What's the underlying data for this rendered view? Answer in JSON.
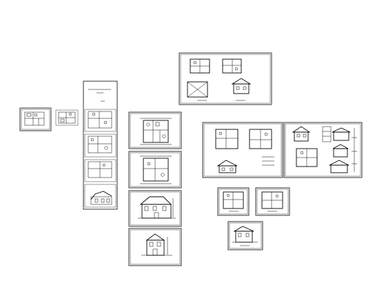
{
  "canvas": {
    "background": "#ffffff",
    "ink_color": "#000000"
  },
  "sheets": [
    {
      "id": "site-plan-a",
      "kind": "plan"
    },
    {
      "id": "site-plan-b",
      "kind": "plan"
    },
    {
      "id": "cover-column",
      "kind": "cover-stack"
    },
    {
      "id": "floor-plan-1",
      "kind": "plan"
    },
    {
      "id": "floor-plan-2",
      "kind": "plan"
    },
    {
      "id": "elevation-front",
      "kind": "elevation"
    },
    {
      "id": "elevation-side",
      "kind": "elevation"
    },
    {
      "id": "top-sheet-plans-and-elevations",
      "kind": "mixed"
    },
    {
      "id": "middle-sheet-plans",
      "kind": "mixed"
    },
    {
      "id": "right-sheet-details",
      "kind": "mixed"
    },
    {
      "id": "small-plan-a",
      "kind": "plan"
    },
    {
      "id": "small-plan-b",
      "kind": "plan"
    },
    {
      "id": "small-elevation",
      "kind": "elevation"
    }
  ]
}
